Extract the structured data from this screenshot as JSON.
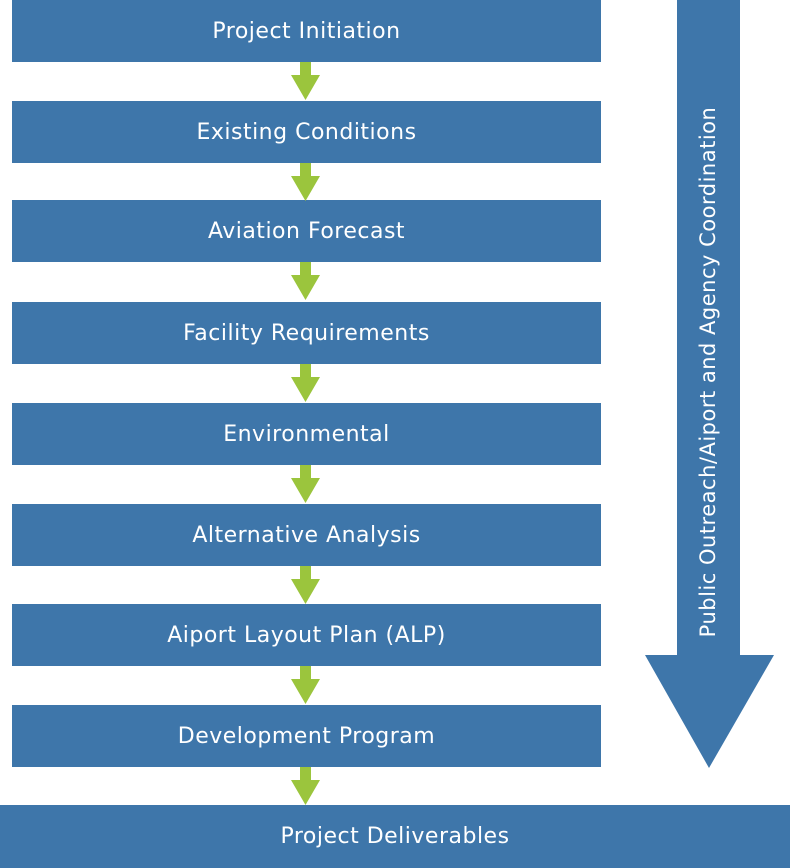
{
  "steps": [
    {
      "label": "Project Initiation"
    },
    {
      "label": "Existing Conditions"
    },
    {
      "label": "Aviation Forecast"
    },
    {
      "label": "Facility Requirements"
    },
    {
      "label": "Environmental"
    },
    {
      "label": "Alternative Analysis"
    },
    {
      "label": "Aiport Layout Plan (ALP)"
    },
    {
      "label": "Development Program"
    }
  ],
  "final": {
    "label": "Project Deliverables"
  },
  "side_arrow": {
    "label": "Public Outreach/Aiport and Agency Coordination"
  },
  "colors": {
    "box": "#3e76aa",
    "arrow": "#9bc53d"
  }
}
